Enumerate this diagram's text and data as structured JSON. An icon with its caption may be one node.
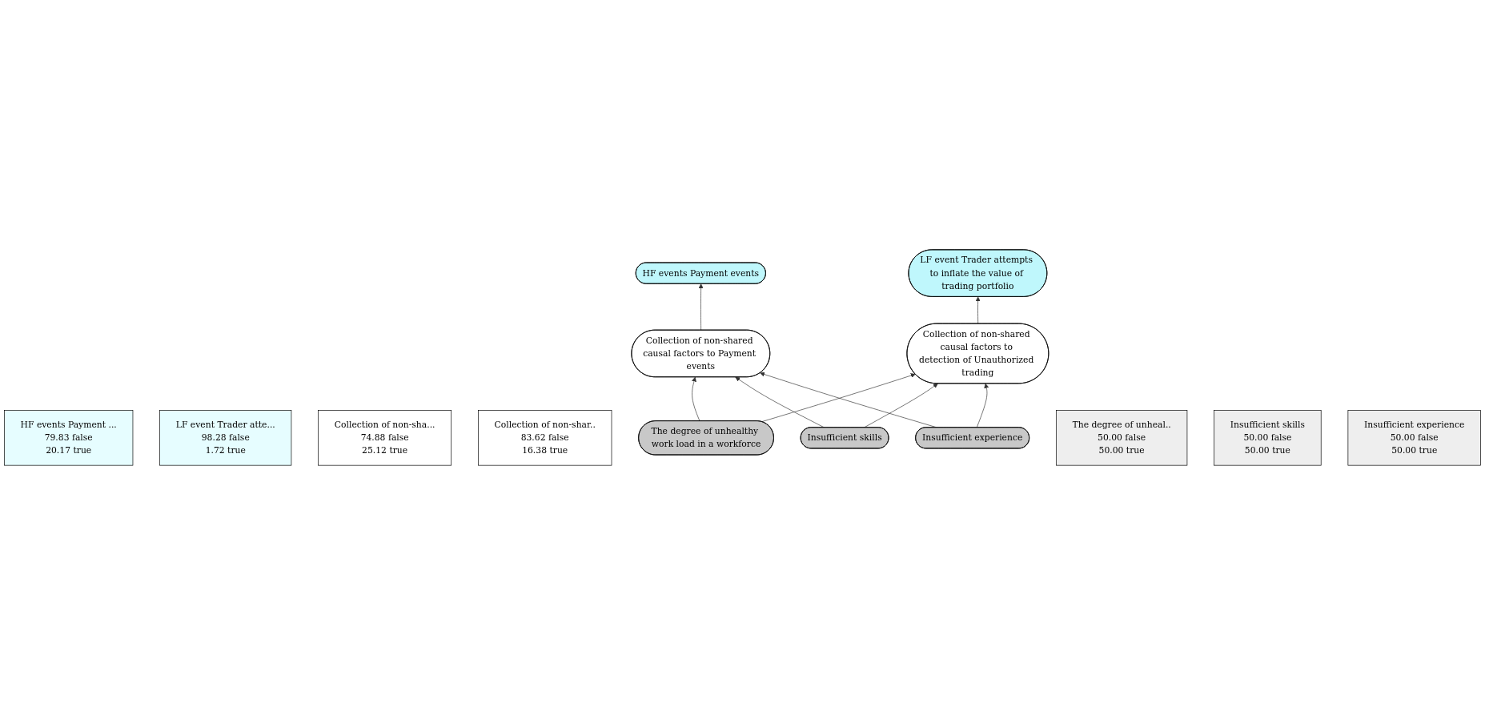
{
  "diagram": {
    "nodes": [
      {
        "text": [
          "HF events Payment ...",
          "79.83 false",
          "20.17 true"
        ]
      },
      {
        "text": [
          "HF events Payment events"
        ]
      },
      {
        "text": [
          "LF event Trader attempts to inflate the value of trading portfolio"
        ]
      },
      {
        "text": [
          "LF event Trader atte...",
          "98.28 false",
          "1.72 true"
        ]
      },
      {
        "text": [
          "Collection of non-sha...",
          "74.88 false",
          "25.12 true"
        ]
      },
      {
        "text": [
          "Collection of non-shared causal factors to Payment events"
        ]
      },
      {
        "text": [
          "Collection of non-shared causal factors to detection of Unauthorized trading"
        ]
      },
      {
        "text": [
          "Collection of non-shar..",
          "83.62 false",
          "16.38 true"
        ]
      },
      {
        "text": [
          "The degree of unhealthy work load in a workforce"
        ]
      },
      {
        "text": [
          "Insufficient skills"
        ]
      },
      {
        "text": [
          "Insufficient experience"
        ]
      },
      {
        "text": [
          "The degree of unheal..",
          "50.00 false",
          "50.00 true"
        ]
      },
      {
        "text": [
          "Insufficient skills",
          "50.00 false",
          "50.00 true"
        ]
      },
      {
        "text": [
          "Insufficient experience",
          "50.00 false",
          "50.00 true"
        ]
      }
    ],
    "edges": [
      {
        "from": 5,
        "to": 1,
        "arrow": "to"
      },
      {
        "from": 6,
        "to": 2,
        "arrow": "to"
      },
      {
        "from": 8,
        "to": 5,
        "arrow": "to"
      },
      {
        "from": 8,
        "to": 6,
        "arrow": "to"
      },
      {
        "from": 9,
        "to": 5,
        "arrow": "to"
      },
      {
        "from": 9,
        "to": 6,
        "arrow": "to"
      },
      {
        "from": 10,
        "to": 5,
        "arrow": "to"
      },
      {
        "from": 10,
        "to": 6,
        "arrow": "to"
      }
    ]
  }
}
